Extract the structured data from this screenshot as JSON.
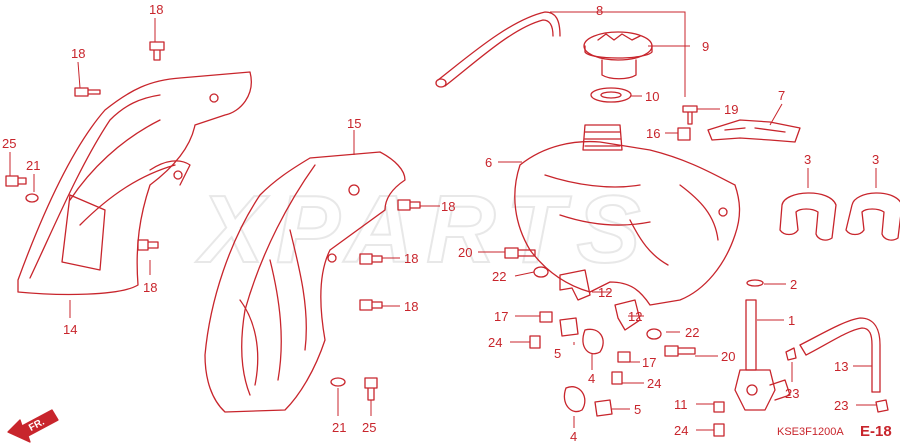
{
  "diagram": {
    "watermark": "XPARTS",
    "page_code": "E-18",
    "drawing_code": "KSE3F1200A",
    "direction_label": "FR.",
    "accent_color": "#c8252c",
    "callouts": {
      "c18a": "18",
      "c18b": "18",
      "c18c": "18",
      "c18d": "18",
      "c18e": "18",
      "c18f": "18",
      "c25a": "25",
      "c25b": "25",
      "c21a": "21",
      "c21b": "21",
      "c14": "14",
      "c15": "15",
      "c8": "8",
      "c9": "9",
      "c10": "10",
      "c19": "19",
      "c16": "16",
      "c7": "7",
      "c6": "6",
      "c3a": "3",
      "c3b": "3",
      "c2": "2",
      "c1": "1",
      "c20a": "20",
      "c20b": "20",
      "c22a": "22",
      "c22b": "22",
      "c17a": "17",
      "c17b": "17",
      "c12a": "12",
      "c12b": "12",
      "c24a": "24",
      "c24b": "24",
      "c24c": "24",
      "c5a": "5",
      "c5b": "5",
      "c4a": "4",
      "c4b": "4",
      "c11": "11",
      "c13": "13",
      "c23a": "23",
      "c23b": "23"
    }
  }
}
